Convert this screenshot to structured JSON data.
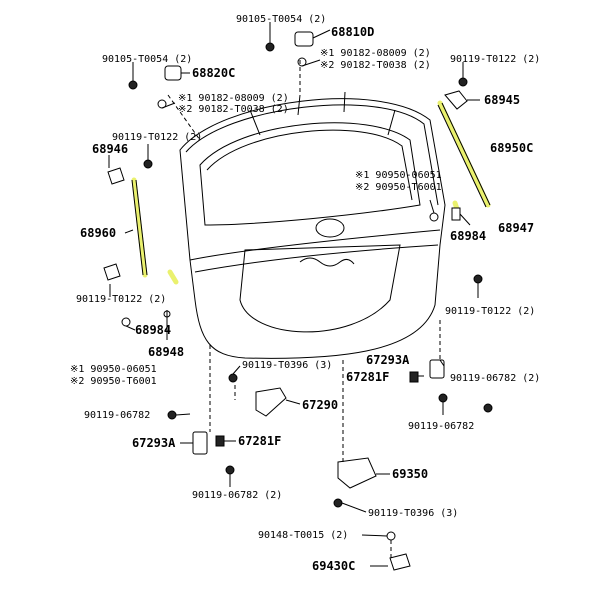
{
  "labels": {
    "p90105_T0054_top": "90105-T0054 (2)",
    "p68810D": "68810D",
    "p90182_08009_top": "※1 90182-08009 (2)",
    "p90182_T0038_top": "※2 90182-T0038 (2)",
    "p90105_T0054_left": "90105-T0054 (2)",
    "p68820C": "68820C",
    "p90182_08009_mid": "※1 90182-08009 (2)",
    "p90182_T0038_mid": "※2 90182-T0038 (2)",
    "p90119_T0122_tr": "90119-T0122 (2)",
    "p68945": "68945",
    "p68950C": "68950C",
    "p90119_T0122_tl": "90119-T0122 (2)",
    "p68946": "68946",
    "p90950_06051_r": "※1 90950-06051",
    "p90950_T6001_r": "※2 90950-T6001",
    "p68947": "68947",
    "p68984_r": "68984",
    "p68960": "68960",
    "p90119_T0122_l": "90119-T0122 (2)",
    "p90119_T0122_r": "90119-T0122 (2)",
    "p68984_l": "68984",
    "p68948": "68948",
    "p90950_06051_l": "※1 90950-06051",
    "p90950_T6001_l": "※2 90950-T6001",
    "p90119_T0396_top": "90119-T0396 (3)",
    "p67293A_r": "67293A",
    "p67281F_r": "67281F",
    "p90119_06782_r": "90119-06782 (2)",
    "p67290": "67290",
    "p90119_06782_l": "90119-06782",
    "p90119_06782_rb": "90119-06782",
    "p67293A_l": "67293A",
    "p67281F_l": "67281F",
    "p69350": "69350",
    "p90119_06782_lb": "90119-06782 (2)",
    "p90119_T0396_b": "90119-T0396 (3)",
    "p90148_T0015": "90148-T0015 (2)",
    "p69430C": "69430C"
  },
  "colors": {
    "highlight": "#e6ee55",
    "line": "#000000"
  }
}
